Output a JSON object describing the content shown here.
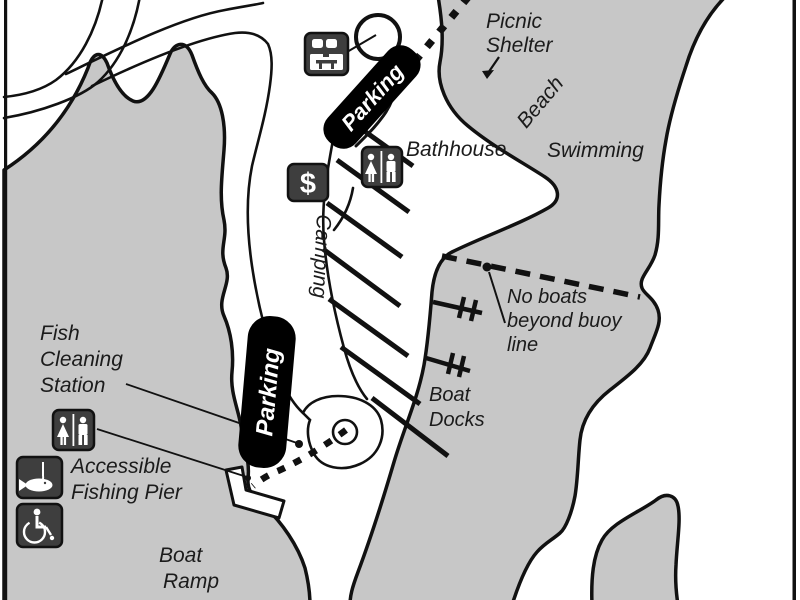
{
  "colors": {
    "water": "#c7c7c7",
    "land": "#ffffff",
    "outline": "#111111",
    "icon_bg": "#3e3e3e",
    "label_ink": "#1b1b1b",
    "banner_bg": "#000000",
    "banner_text": "#ffffff"
  },
  "labels": {
    "picnic_shelter_line1": "Picnic",
    "picnic_shelter_line2": "Shelter",
    "beach": "Beach",
    "bathhouse": "Bathhouse",
    "swimming": "Swimming",
    "camping": "Camping",
    "no_boats_line1": "No boats",
    "no_boats_line2": "beyond buoy",
    "no_boats_line3": "line",
    "boat_docks_line1": "Boat",
    "boat_docks_line2": "Docks",
    "fish_cleaning_line1": "Fish",
    "fish_cleaning_line2": "Cleaning",
    "fish_cleaning_line3": "Station",
    "accessible_pier_line1": "Accessible",
    "accessible_pier_line2": "Fishing Pier",
    "boat_ramp_line1": "Boat",
    "boat_ramp_line2": "Ramp",
    "parking_upper": "Parking",
    "parking_lower": "Parking",
    "fee_symbol": "$"
  },
  "icons": [
    "picnic-shelter-icon",
    "restroom-icon (bathhouse)",
    "fee-station-icon",
    "restroom-icon (fish cleaning station)",
    "fish-icon",
    "wheelchair-icon"
  ],
  "map_features": [
    "lake water areas",
    "park roads",
    "camping loop with campsite hatch marks",
    "two parking areas",
    "boat docks",
    "buoy line (no boats beyond)",
    "boat ramp pier",
    "foot trails (dashed)"
  ]
}
